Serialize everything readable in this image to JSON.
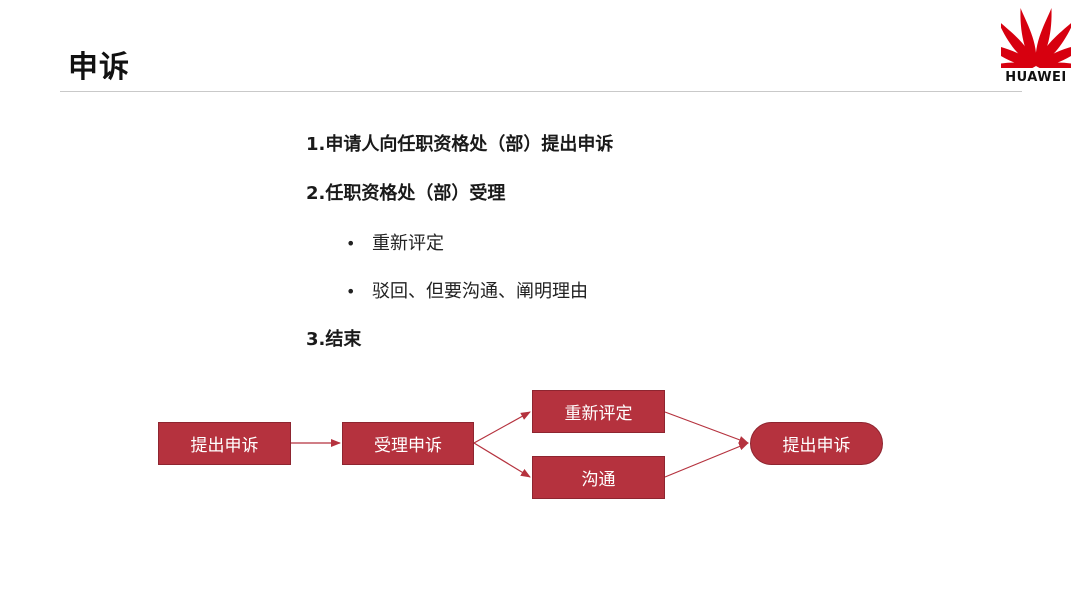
{
  "slide": {
    "title": "申诉"
  },
  "logo": {
    "text": "HUAWEI",
    "color": "#d7000f"
  },
  "steps": {
    "step1": "1.申请人向任职资格处（部）提出申诉",
    "step2": "2.任职资格处（部）受理",
    "bullets": [
      "重新评定",
      "驳回、但要沟通、阐明理由"
    ],
    "step3": "3.结束"
  },
  "flowchart": {
    "accent_color": "#b5323e",
    "nodes": {
      "submit": "提出申诉",
      "accept": "受理申诉",
      "reevaluate": "重新评定",
      "communicate": "沟通",
      "end": "提出申诉"
    }
  }
}
